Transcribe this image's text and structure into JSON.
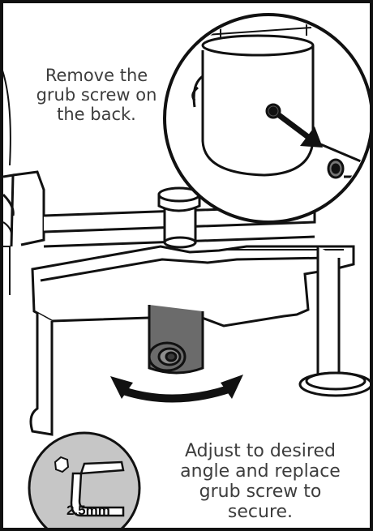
{
  "instructions": {
    "step_remove": [
      "Remove the",
      "grub screw on",
      "the back."
    ],
    "step_adjust": [
      "Adjust to desired",
      "angle and replace",
      "grub screw to",
      "secure."
    ]
  },
  "tool_badge": {
    "size_label": "2.5mm",
    "icon": "hex-key-icon"
  },
  "colors": {
    "text": "#3d3d3d",
    "outline": "#111111",
    "badge_fill": "#c6c6c6",
    "shadow": "#555555"
  }
}
